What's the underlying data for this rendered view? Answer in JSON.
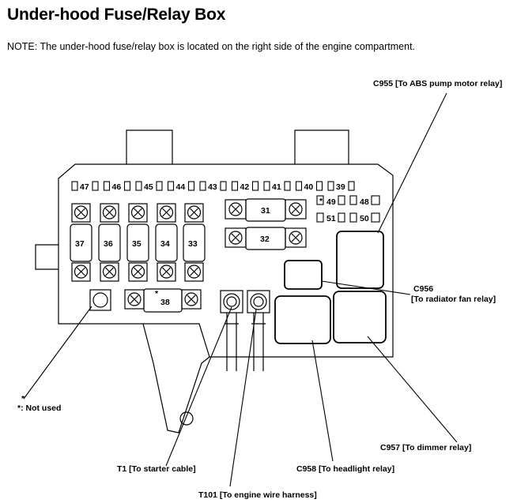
{
  "title": "Under-hood Fuse/Relay Box",
  "note": "NOTE:  The under-hood fuse/relay box is located on the right side of the engine compartment.",
  "top_row_fuses": [
    "47",
    "46",
    "45",
    "44",
    "43",
    "42",
    "41",
    "40",
    "39"
  ],
  "small_fuses": {
    "f49": "49",
    "f49_star": "*",
    "f48": "48",
    "f51": "51",
    "f50": "50"
  },
  "large_fuses": [
    "37",
    "36",
    "35",
    "34",
    "33"
  ],
  "fuse_31": "31",
  "fuse_32": "32",
  "fuse_38": "38",
  "fuse_38_star": "*",
  "callouts": {
    "c955": "C955 [To ABS pump motor relay]",
    "c956_id": "C956",
    "c956_desc": "[To radiator fan relay]",
    "c957": "C957 [To dimmer relay]",
    "c958": "C958 [To headlight relay]",
    "t1": "T1 [To starter cable]",
    "t101": "T101 [To engine wire harness]",
    "not_used_star": "*",
    "not_used": "*: Not used"
  }
}
